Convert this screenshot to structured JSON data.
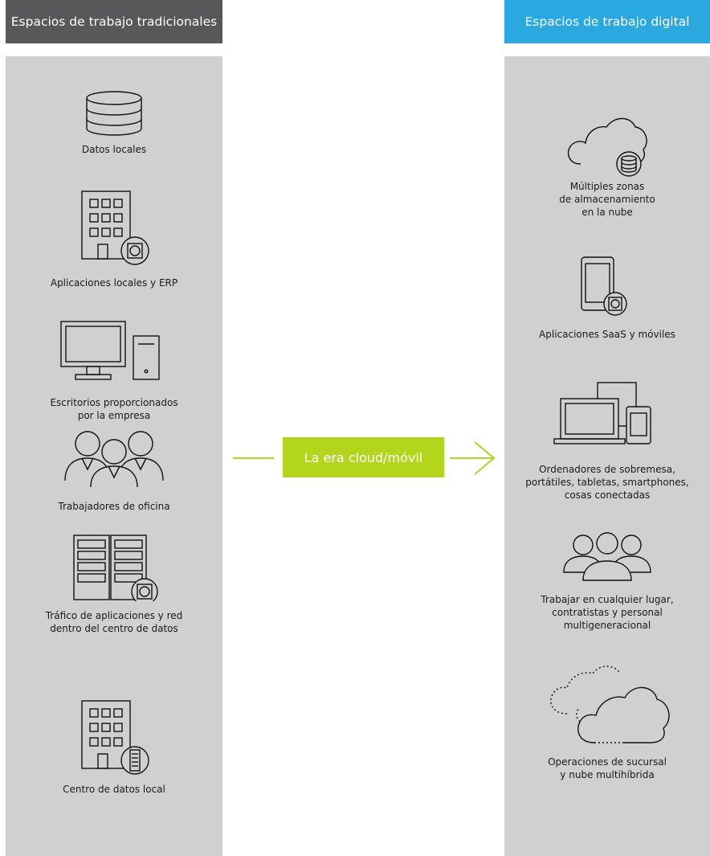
{
  "left_column": {
    "title": "Espacios de trabajo tradicionales",
    "items": [
      {
        "icon": "database-icon",
        "label": "Datos locales"
      },
      {
        "icon": "building-app-icon",
        "label": "Aplicaciones locales y ERP"
      },
      {
        "icon": "desktop-computer-icon",
        "label": "Escritorios proporcionados\npor la empresa"
      },
      {
        "icon": "office-workers-icon",
        "label": "Trabajadores de oficina"
      },
      {
        "icon": "server-rack-icon",
        "label": "Tráfico de aplicaciones y red\ndentro del centro de datos"
      },
      {
        "icon": "building-server-icon",
        "label": "Centro de datos local"
      }
    ]
  },
  "right_column": {
    "title": "Espacios de trabajo digital",
    "items": [
      {
        "icon": "cloud-storage-icon",
        "label": "Múltiples zonas\nde almacenamiento\nen la nube"
      },
      {
        "icon": "tablet-app-icon",
        "label": "Aplicaciones SaaS y móviles"
      },
      {
        "icon": "devices-icon",
        "label": "Ordenadores de sobremesa,\nportátiles, tabletas, smartphones,\ncosas conectadas"
      },
      {
        "icon": "people-group-icon",
        "label": "Trabajar en cualquier lugar,\ncontratistas y personal\nmultigeneracional"
      },
      {
        "icon": "multi-cloud-icon",
        "label": "Operaciones de sucursal\ny nube multihíbrida"
      }
    ]
  },
  "transition": {
    "label": "La era cloud/móvil"
  },
  "colors": {
    "left_header": "#58585a",
    "right_header": "#29a9e0",
    "panel": "#d0d0d0",
    "transition": "#b3d51c"
  }
}
